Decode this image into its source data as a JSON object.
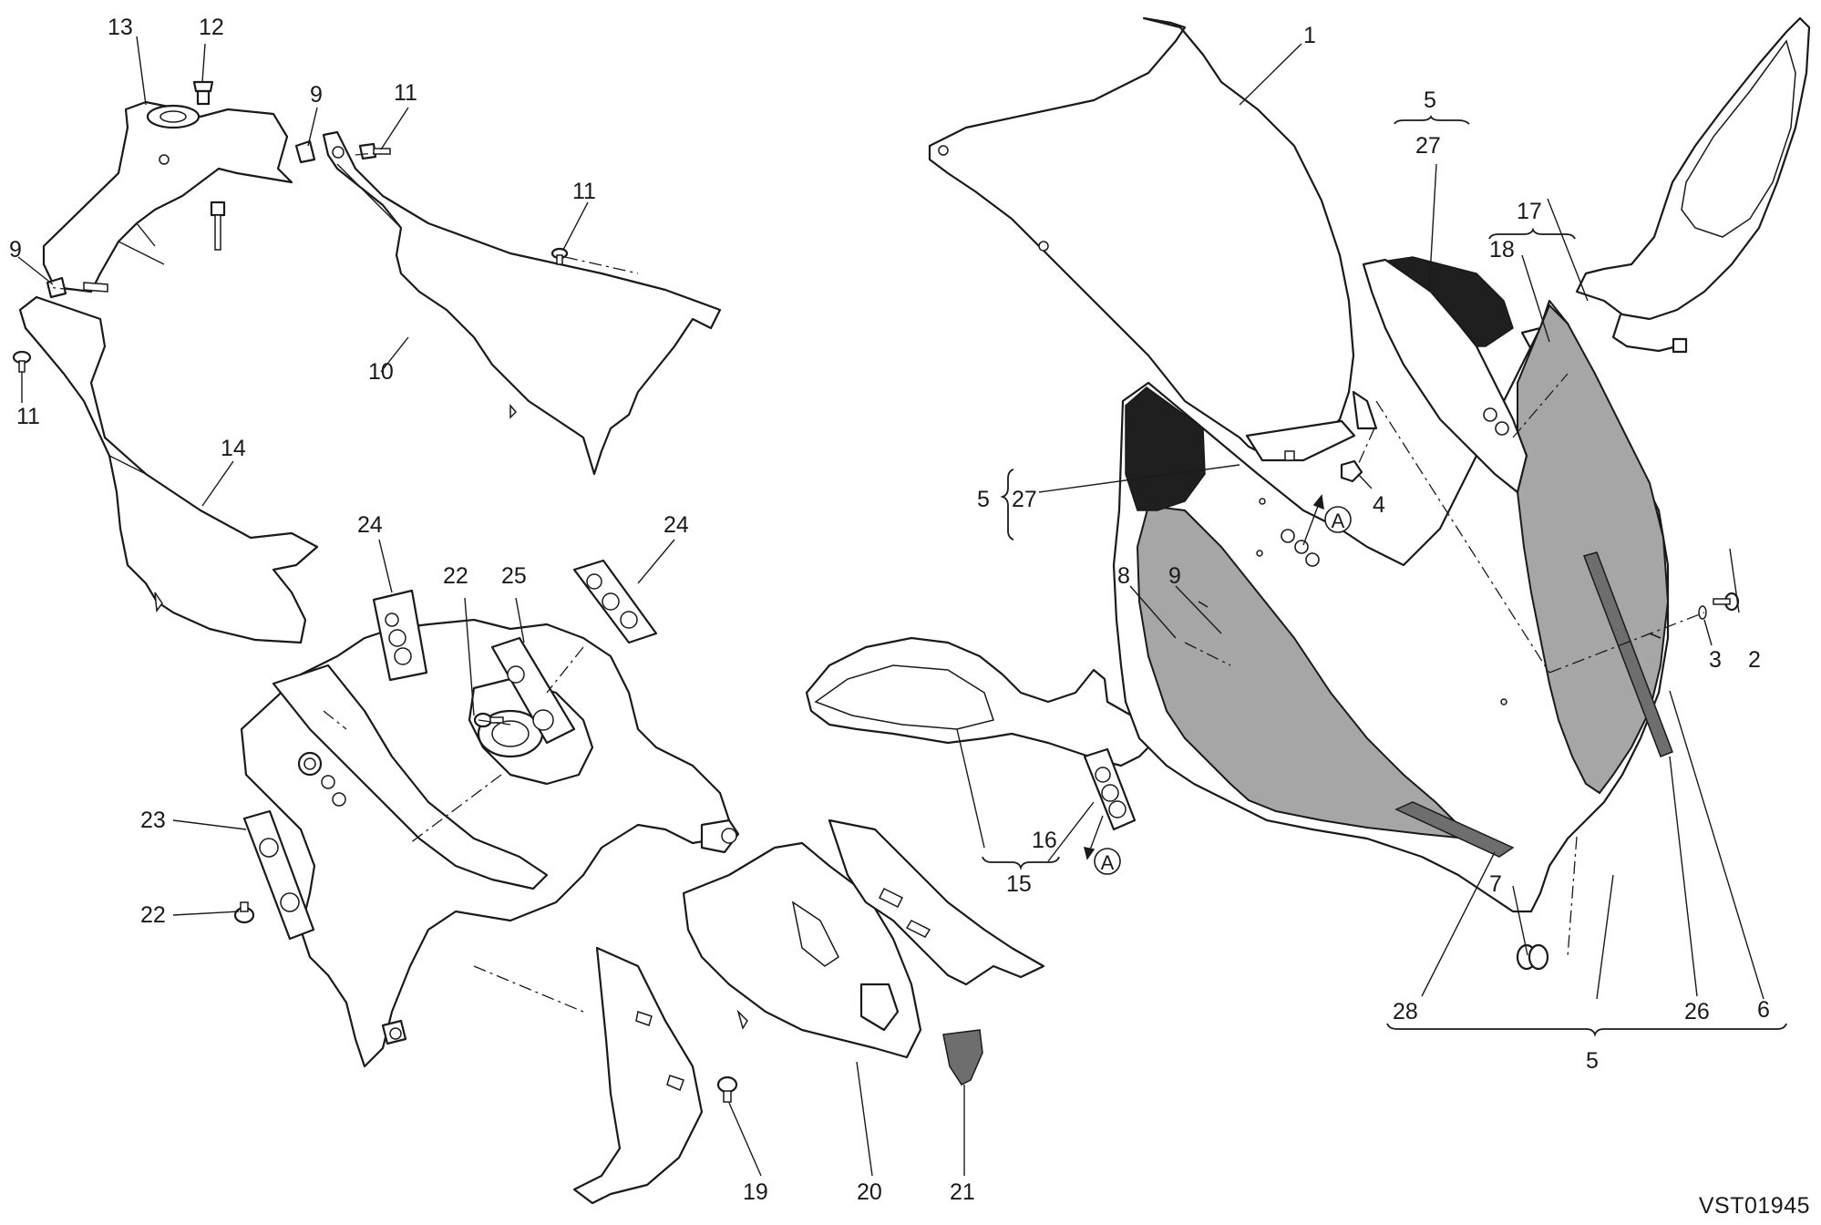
{
  "reference_code": "VST01945",
  "callouts": {
    "c1": "1",
    "c2": "2",
    "c3": "3",
    "c4": "4",
    "c5_top": "5",
    "c5_left": "5",
    "c5_bottom": "5",
    "c6": "6",
    "c7": "7",
    "c8": "8",
    "c9_top": "9",
    "c9_left": "9",
    "c9_right": "9",
    "c10": "10",
    "c11_top": "11",
    "c11_mid": "11",
    "c11_left": "11",
    "c12": "12",
    "c13": "13",
    "c14": "14",
    "c15": "15",
    "c16": "16",
    "c17": "17",
    "c18": "18",
    "c19": "19",
    "c20": "20",
    "c21": "21",
    "c22_a": "22",
    "c22_b": "22",
    "c23": "23",
    "c24_a": "24",
    "c24_b": "24",
    "c25": "25",
    "c26": "26",
    "c27_top": "27",
    "c27_left": "27",
    "c28": "28"
  },
  "markers": {
    "a_top": "A",
    "a_bottom": "A"
  }
}
